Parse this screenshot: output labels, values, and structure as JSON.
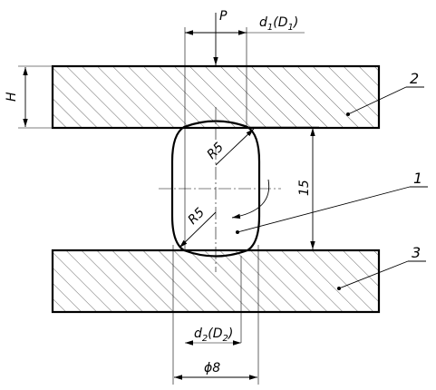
{
  "labels": {
    "force": "P",
    "top_dim": "d",
    "top_dim_sub": "1",
    "top_dim_paren": "(D",
    "top_dim_paren_sub": "1",
    "top_dim_close": ")",
    "height": "H",
    "radius_top": "R5",
    "radius_bottom": "R5",
    "span": "15",
    "bottom_dim": "d",
    "bottom_dim_sub": "2",
    "bottom_dim_paren": "(D",
    "bottom_dim_paren_sub": "2",
    "bottom_dim_close": ")",
    "diameter": "ϕ8",
    "part_1": "1",
    "part_2": "2",
    "part_3": "3"
  }
}
